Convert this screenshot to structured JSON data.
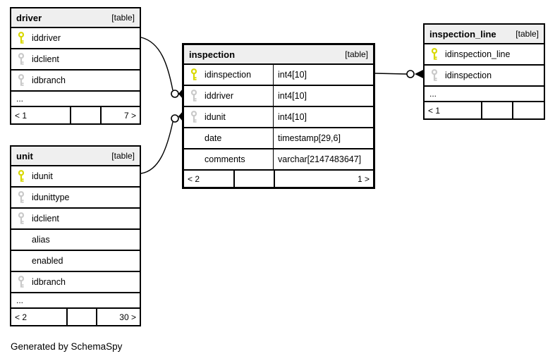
{
  "note": "Generated by SchemaSpy",
  "more_label": "...",
  "colors": {
    "primary_key": "#d8d800",
    "foreign_key": "#c9c9c9",
    "header_bg": "#efefef",
    "border": "#000000"
  },
  "tables": [
    {
      "name": "driver",
      "type_label": "[table]",
      "columns": [
        {
          "name": "iddriver",
          "key": "pk"
        },
        {
          "name": "idclient",
          "key": "fk"
        },
        {
          "name": "idbranch",
          "key": "fk"
        }
      ],
      "footer": {
        "left": "< 1",
        "mid": "",
        "right": "7 >"
      }
    },
    {
      "name": "unit",
      "type_label": "[table]",
      "columns": [
        {
          "name": "idunit",
          "key": "pk"
        },
        {
          "name": "idunittype",
          "key": "fk"
        },
        {
          "name": "idclient",
          "key": "fk"
        },
        {
          "name": "alias",
          "key": ""
        },
        {
          "name": "enabled",
          "key": ""
        },
        {
          "name": "idbranch",
          "key": "fk"
        }
      ],
      "footer": {
        "left": "< 2",
        "mid": "",
        "right": "30 >"
      }
    },
    {
      "name": "inspection",
      "type_label": "[table]",
      "columns": [
        {
          "name": "idinspection",
          "type": "int4[10]",
          "key": "pk"
        },
        {
          "name": "iddriver",
          "type": "int4[10]",
          "key": "fk"
        },
        {
          "name": "idunit",
          "type": "int4[10]",
          "key": "fk"
        },
        {
          "name": "date",
          "type": "timestamp[29,6]",
          "key": ""
        },
        {
          "name": "comments",
          "type": "varchar[2147483647]",
          "key": ""
        }
      ],
      "footer": {
        "left": "< 2",
        "mid": "",
        "right": "1 >"
      }
    },
    {
      "name": "inspection_line",
      "type_label": "[table]",
      "columns": [
        {
          "name": "idinspection_line",
          "key": "pk"
        },
        {
          "name": "idinspection",
          "key": "fk"
        }
      ],
      "footer": {
        "left": "< 1",
        "mid": "",
        "right": ""
      }
    }
  ],
  "relationships": [
    {
      "from": "driver.iddriver",
      "to": "inspection.iddriver"
    },
    {
      "from": "unit.idunit",
      "to": "inspection.idunit"
    },
    {
      "from": "inspection.idinspection",
      "to": "inspection_line.idinspection"
    }
  ]
}
